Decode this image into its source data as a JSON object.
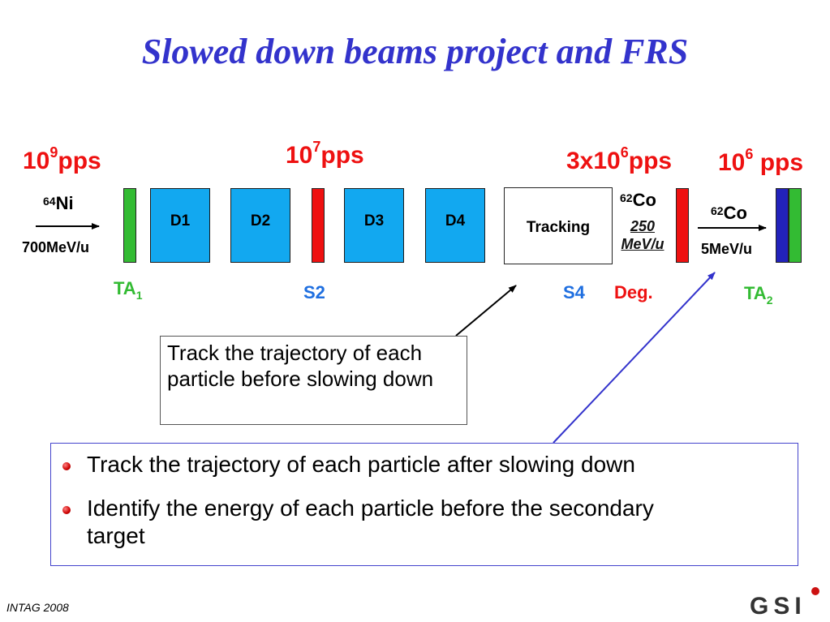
{
  "title": "Slowed down beams project and FRS",
  "rates": {
    "r1": {
      "base": "10",
      "exp": "9",
      "unit": "pps"
    },
    "r2": {
      "base": "10",
      "exp": "7",
      "unit": "pps"
    },
    "r3": {
      "base": "3x10",
      "exp": "6",
      "unit": "pps"
    },
    "r4": {
      "base": "10",
      "exp": "6",
      "unit": " pps"
    }
  },
  "beam_in": {
    "mass": "64",
    "element": "Ni",
    "energy": "700MeV/u"
  },
  "beam_deg": {
    "mass": "62",
    "element": "Co",
    "energy": "250 MeV/u"
  },
  "beam_out": {
    "mass": "62",
    "element": "Co",
    "energy": "5MeV/u"
  },
  "dipoles": [
    "D1",
    "D2",
    "D3",
    "D4"
  ],
  "tracking_label": "Tracking",
  "labels": {
    "ta1": {
      "text": "TA",
      "sub": "1"
    },
    "s2": "S2",
    "s4": "S4",
    "deg": "Deg.",
    "ta2": {
      "text": "TA",
      "sub": "2"
    }
  },
  "callout": "Track the trajectory of each particle before slowing down",
  "bullets": [
    "Track the trajectory of each particle after slowing down",
    "Identify the energy of each particle before the secondary target"
  ],
  "footer": "INTAG 2008",
  "logo": "GSI",
  "colors": {
    "title": "#3333cc",
    "rate": "#ee1111",
    "dipole": "#12a8f0",
    "target_green": "#33bb33",
    "detector_red": "#ee1111",
    "target_blue": "#2222bb",
    "label_blue": "#1f6fe0"
  }
}
